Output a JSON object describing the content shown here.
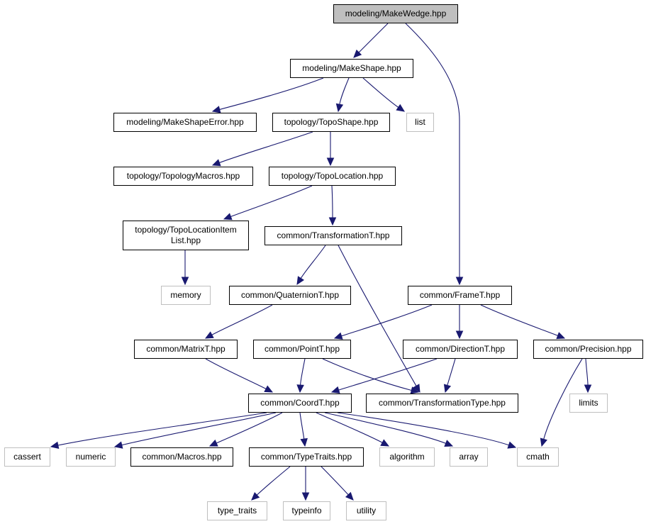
{
  "graph": {
    "title": "",
    "colors": {
      "edge": "#191970",
      "root_fill": "#bfbfbf",
      "node_border": "#000000",
      "system_border": "#bfbfbf",
      "node_fill": "#ffffff"
    },
    "nodes": [
      {
        "id": "makewedge",
        "label": "modeling/MakeWedge.hpp",
        "kind": "root"
      },
      {
        "id": "makeshape",
        "label": "modeling/MakeShape.hpp",
        "kind": "header"
      },
      {
        "id": "makeshapeerror",
        "label": "modeling/MakeShapeError.hpp",
        "kind": "header"
      },
      {
        "id": "toposhape",
        "label": "topology/TopoShape.hpp",
        "kind": "header"
      },
      {
        "id": "list",
        "label": "list",
        "kind": "system"
      },
      {
        "id": "topologymacros",
        "label": "topology/TopologyMacros.hpp",
        "kind": "header"
      },
      {
        "id": "topolocation",
        "label": "topology/TopoLocation.hpp",
        "kind": "header"
      },
      {
        "id": "topolocationitemlist",
        "label": [
          "topology/TopoLocationItem",
          "List.hpp"
        ],
        "kind": "header"
      },
      {
        "id": "transformationt",
        "label": "common/TransformationT.hpp",
        "kind": "header"
      },
      {
        "id": "memory",
        "label": "memory",
        "kind": "system"
      },
      {
        "id": "quaterniont",
        "label": "common/QuaternionT.hpp",
        "kind": "header"
      },
      {
        "id": "framet",
        "label": "common/FrameT.hpp",
        "kind": "header"
      },
      {
        "id": "matrixt",
        "label": "common/MatrixT.hpp",
        "kind": "header"
      },
      {
        "id": "pointt",
        "label": "common/PointT.hpp",
        "kind": "header"
      },
      {
        "id": "directiont",
        "label": "common/DirectionT.hpp",
        "kind": "header"
      },
      {
        "id": "precision",
        "label": "common/Precision.hpp",
        "kind": "header"
      },
      {
        "id": "coordt",
        "label": "common/CoordT.hpp",
        "kind": "header"
      },
      {
        "id": "transformationtype",
        "label": "common/TransformationType.hpp",
        "kind": "header"
      },
      {
        "id": "limits",
        "label": "limits",
        "kind": "system"
      },
      {
        "id": "cassert",
        "label": "cassert",
        "kind": "system"
      },
      {
        "id": "numeric",
        "label": "numeric",
        "kind": "system"
      },
      {
        "id": "macros",
        "label": "common/Macros.hpp",
        "kind": "header"
      },
      {
        "id": "typetraits",
        "label": "common/TypeTraits.hpp",
        "kind": "header"
      },
      {
        "id": "algorithm",
        "label": "algorithm",
        "kind": "system"
      },
      {
        "id": "array",
        "label": "array",
        "kind": "system"
      },
      {
        "id": "cmath",
        "label": "cmath",
        "kind": "system"
      },
      {
        "id": "type_traits",
        "label": "type_traits",
        "kind": "system"
      },
      {
        "id": "typeinfo",
        "label": "typeinfo",
        "kind": "system"
      },
      {
        "id": "utility",
        "label": "utility",
        "kind": "system"
      }
    ],
    "edges": [
      {
        "from": "makewedge",
        "to": "makeshape"
      },
      {
        "from": "makewedge",
        "to": "framet"
      },
      {
        "from": "makeshape",
        "to": "makeshapeerror"
      },
      {
        "from": "makeshape",
        "to": "toposhape"
      },
      {
        "from": "makeshape",
        "to": "list"
      },
      {
        "from": "toposhape",
        "to": "topologymacros"
      },
      {
        "from": "toposhape",
        "to": "topolocation"
      },
      {
        "from": "topolocation",
        "to": "topolocationitemlist"
      },
      {
        "from": "topolocation",
        "to": "transformationt"
      },
      {
        "from": "topolocationitemlist",
        "to": "memory"
      },
      {
        "from": "transformationt",
        "to": "quaterniont"
      },
      {
        "from": "transformationt",
        "to": "transformationtype"
      },
      {
        "from": "quaterniont",
        "to": "matrixt"
      },
      {
        "from": "framet",
        "to": "pointt"
      },
      {
        "from": "framet",
        "to": "directiont"
      },
      {
        "from": "framet",
        "to": "precision"
      },
      {
        "from": "matrixt",
        "to": "coordt"
      },
      {
        "from": "pointt",
        "to": "coordt"
      },
      {
        "from": "pointt",
        "to": "transformationtype"
      },
      {
        "from": "directiont",
        "to": "coordt"
      },
      {
        "from": "directiont",
        "to": "transformationtype"
      },
      {
        "from": "precision",
        "to": "limits"
      },
      {
        "from": "precision",
        "to": "cmath"
      },
      {
        "from": "coordt",
        "to": "cassert"
      },
      {
        "from": "coordt",
        "to": "numeric"
      },
      {
        "from": "coordt",
        "to": "macros"
      },
      {
        "from": "coordt",
        "to": "typetraits"
      },
      {
        "from": "coordt",
        "to": "algorithm"
      },
      {
        "from": "coordt",
        "to": "array"
      },
      {
        "from": "coordt",
        "to": "cmath"
      },
      {
        "from": "typetraits",
        "to": "type_traits"
      },
      {
        "from": "typetraits",
        "to": "typeinfo"
      },
      {
        "from": "typetraits",
        "to": "utility"
      }
    ]
  }
}
